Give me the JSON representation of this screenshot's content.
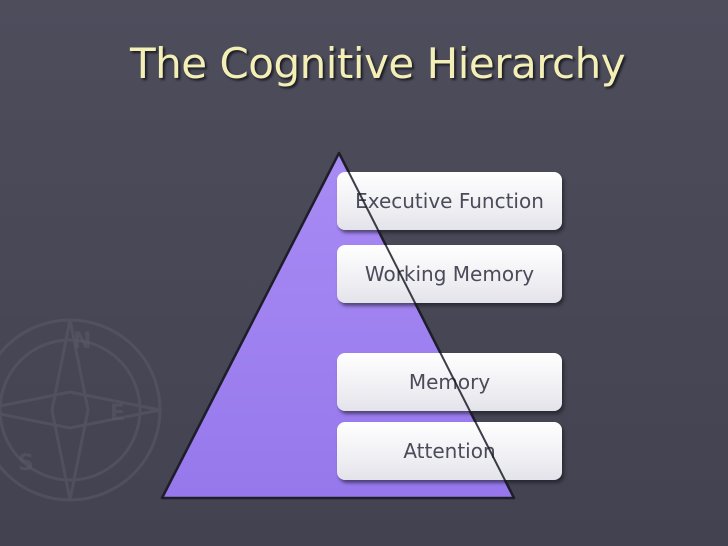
{
  "slide": {
    "title": "The Cognitive Hierarchy"
  },
  "hierarchy": {
    "levels": [
      {
        "label": "Executive Function"
      },
      {
        "label": "Working Memory"
      },
      {
        "label": "Memory"
      },
      {
        "label": "Attention"
      }
    ]
  },
  "colors": {
    "background": "#4a4a58",
    "title": "#f4efb6",
    "pyramid_fill": "#9b7df0",
    "box_text": "#4b4b5a"
  },
  "decoration": {
    "compass_letters": [
      "N",
      "S",
      "E"
    ]
  }
}
